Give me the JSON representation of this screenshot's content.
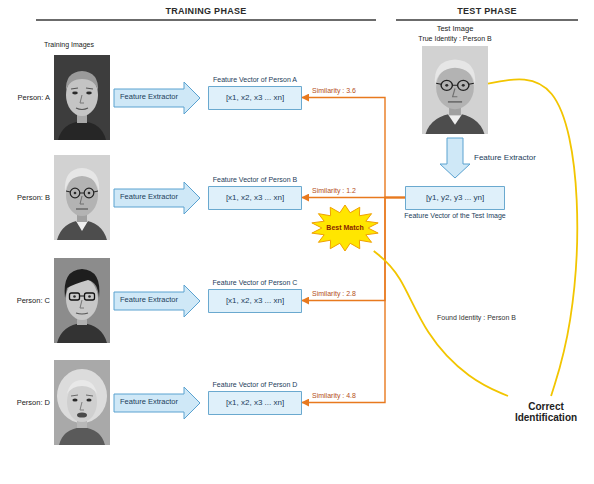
{
  "diagram": {
    "nodes": [
      {
        "text": [
          "Person: A"
        ]
      },
      {
        "text": [
          "Feature Extractor"
        ]
      },
      {
        "text": [
          "Feature Vector of Person A",
          "[x1, x2, x3 ... xn]"
        ]
      },
      {
        "text": [
          "Person: B"
        ]
      },
      {
        "text": [
          "Feature Extractor"
        ]
      },
      {
        "text": [
          "Feature Vector of Person B",
          "[x1, x2, x3 ... xn]"
        ]
      },
      {
        "text": [
          "Person: C"
        ]
      },
      {
        "text": [
          "Feature Extractor"
        ]
      },
      {
        "text": [
          "Feature Vector of Person C",
          "[x1, x2, x3 ... xn]"
        ]
      },
      {
        "text": [
          "Person: D"
        ]
      },
      {
        "text": [
          "Feature Extractor"
        ]
      },
      {
        "text": [
          "Feature Vector of Person D",
          "[x1, x2, x3 ... xn]"
        ]
      },
      {
        "text": [
          "Test Image",
          "True Identity : Person B"
        ]
      },
      {
        "text": [
          "Feature Extractor"
        ]
      },
      {
        "text": [
          "[y1, y2, y3 ... yn]",
          "Feature Vector of the Test Image"
        ]
      },
      {
        "text": [
          "Best Match"
        ]
      },
      {
        "text": [
          "Correct Identification"
        ]
      }
    ],
    "edges": [
      {
        "from": 14,
        "to": 2,
        "arrow": "to",
        "label": "Similarity : 3.6"
      },
      {
        "from": 14,
        "to": 5,
        "arrow": "to",
        "label": "Similarity : 1.2"
      },
      {
        "from": 14,
        "to": 8,
        "arrow": "to",
        "label": "Similarity : 2.8"
      },
      {
        "from": 14,
        "to": 11,
        "arrow": "to",
        "label": "Similarity : 4.8"
      },
      {
        "from": 12,
        "to": 16,
        "arrow": "none"
      },
      {
        "from": 15,
        "to": 16,
        "arrow": "none",
        "label": "Found Identity : Person B"
      }
    ],
    "labels": [
      "TRAINING PHASE",
      "TEST PHASE",
      "Training Images"
    ]
  }
}
